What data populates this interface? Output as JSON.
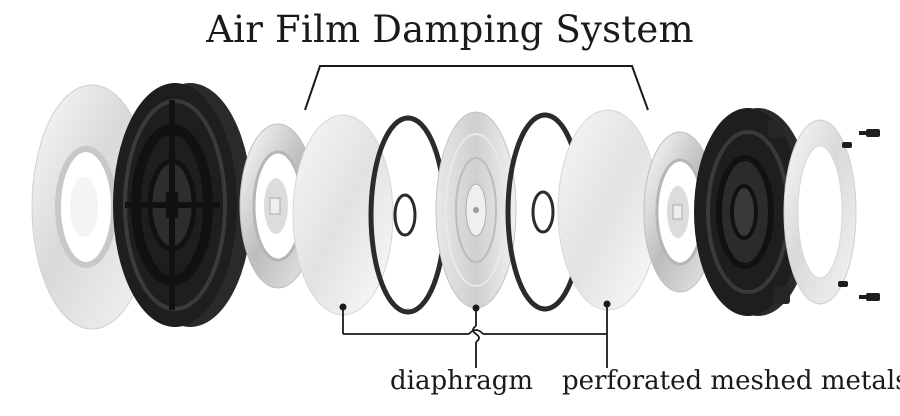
{
  "title": "Air Film Damping System",
  "labels": {
    "diaphragm": "diaphragm",
    "perforated_meshed_metals": "perforated meshed metals"
  },
  "colors": {
    "line": "#1a1a1a",
    "metal_light": "#f2f2f2",
    "metal_mid": "#c8c8c8",
    "metal_dark": "#8a8a8a",
    "plastic_black": "#1e1e1e",
    "oring": "#2b2b2b"
  },
  "components": [
    "ear-pad-disc",
    "outer-grille-frame",
    "spacer-ring-left",
    "perforated-mesh-left",
    "o-ring-left",
    "diaphragm",
    "o-ring-right",
    "perforated-mesh-right",
    "spacer-ring-right",
    "rear-housing",
    "back-ring",
    "screws"
  ]
}
